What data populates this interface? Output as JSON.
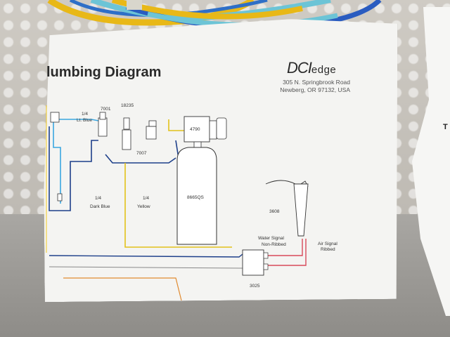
{
  "document": {
    "title": "lumbing Diagram",
    "logo": {
      "brand": "DCI",
      "suffix": "edge"
    },
    "address": [
      "305 N. Springbrook Road",
      "Newberg, OR 97132, USA"
    ]
  },
  "labels": {
    "p7001": "7001",
    "p18235": "18235",
    "p7007": "7007",
    "p4790": "4790",
    "p8665": "8665QS",
    "p3608": "3608",
    "p3025": "3025",
    "lt_blue_size": "1/4",
    "lt_blue_color": "Lt. Blue",
    "dark_blue_size": "1/4",
    "dark_blue_color": "Dark Blue",
    "yellow_size": "1/4",
    "yellow_color": "Yellow",
    "water_signal": "Water Signal",
    "non_ribbed": "Non-Ribbed",
    "air_signal": "Air Signal",
    "ribbed": "Ribbed"
  },
  "right_sheet": {
    "letter": "T"
  },
  "colors": {
    "light_blue": "#3aa6e0",
    "dark_blue": "#1d3f8a",
    "yellow": "#e2c21a",
    "red": "#d84a5a",
    "orange": "#e08a30"
  }
}
